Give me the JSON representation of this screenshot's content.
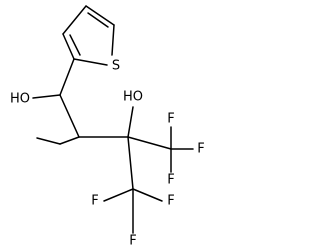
{
  "atom_labels": {
    "sulfur": "S",
    "hydroxyl_left": "HO",
    "hydroxyl_right": "HO",
    "fluorine_1": "F",
    "fluorine_2": "F",
    "fluorine_3": "F",
    "fluorine_4": "F",
    "fluorine_5": "F",
    "fluorine_6": "F"
  }
}
